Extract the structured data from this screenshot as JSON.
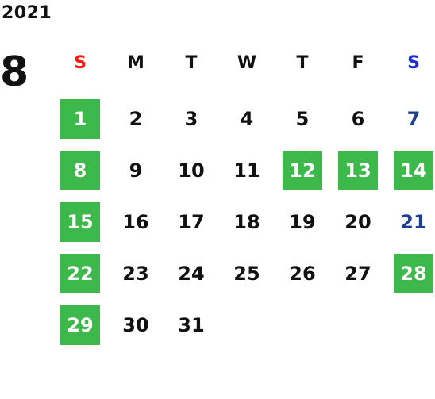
{
  "calendar": {
    "year": "2021",
    "month": "8",
    "weekdays": [
      {
        "label": "S",
        "color": "#ff1a1a"
      },
      {
        "label": "M",
        "color": "#111111"
      },
      {
        "label": "T",
        "color": "#111111"
      },
      {
        "label": "W",
        "color": "#111111"
      },
      {
        "label": "T",
        "color": "#111111"
      },
      {
        "label": "F",
        "color": "#111111"
      },
      {
        "label": "S",
        "color": "#1f2fd6"
      }
    ],
    "colors": {
      "holiday_bg": "#3db84a",
      "holiday_text": "#ffffff",
      "saturday_text": "#1e3f8f",
      "default_text": "#111111"
    },
    "days": [
      {
        "label": "1",
        "holiday": true
      },
      {
        "label": "2",
        "holiday": false
      },
      {
        "label": "3",
        "holiday": false
      },
      {
        "label": "4",
        "holiday": false
      },
      {
        "label": "5",
        "holiday": false
      },
      {
        "label": "6",
        "holiday": false
      },
      {
        "label": "7",
        "holiday": false
      },
      {
        "label": "8",
        "holiday": true
      },
      {
        "label": "9",
        "holiday": false
      },
      {
        "label": "10",
        "holiday": false
      },
      {
        "label": "11",
        "holiday": false
      },
      {
        "label": "12",
        "holiday": true
      },
      {
        "label": "13",
        "holiday": true
      },
      {
        "label": "14",
        "holiday": true
      },
      {
        "label": "15",
        "holiday": true
      },
      {
        "label": "16",
        "holiday": false
      },
      {
        "label": "17",
        "holiday": false
      },
      {
        "label": "18",
        "holiday": false
      },
      {
        "label": "19",
        "holiday": false
      },
      {
        "label": "20",
        "holiday": false
      },
      {
        "label": "21",
        "holiday": false
      },
      {
        "label": "22",
        "holiday": true
      },
      {
        "label": "23",
        "holiday": false
      },
      {
        "label": "24",
        "holiday": false
      },
      {
        "label": "25",
        "holiday": false
      },
      {
        "label": "26",
        "holiday": false
      },
      {
        "label": "27",
        "holiday": false
      },
      {
        "label": "28",
        "holiday": true
      },
      {
        "label": "29",
        "holiday": true
      },
      {
        "label": "30",
        "holiday": false
      },
      {
        "label": "31",
        "holiday": false
      }
    ]
  }
}
